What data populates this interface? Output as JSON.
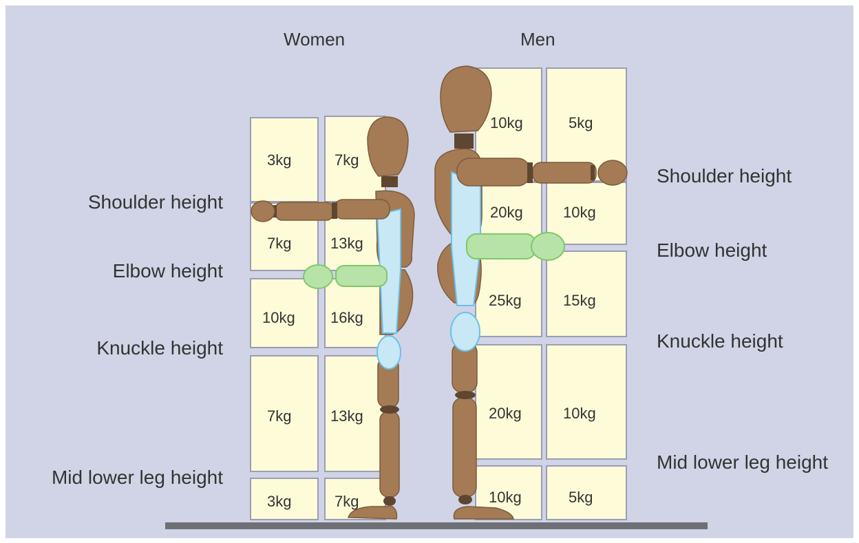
{
  "colors": {
    "background": "#d0d4e6",
    "box_fill": "#fdfbd8",
    "box_border": "#9a9db3",
    "body_wood": "#a47b55",
    "body_joint": "#5f4630",
    "highlight_blue": "#c8e8f6",
    "highlight_green": "#b8e3a8",
    "ground": "#6f7076"
  },
  "headers": {
    "women": "Women",
    "men": "Men"
  },
  "women_height_labels": {
    "shoulder": "Shoulder height",
    "elbow": "Elbow height",
    "knuckle": "Knuckle height",
    "mid_lower_leg": "Mid lower leg height"
  },
  "men_height_labels": {
    "shoulder": "Shoulder height",
    "elbow": "Elbow height",
    "knuckle": "Knuckle height",
    "mid_lower_leg": "Mid lower leg height"
  },
  "women_weights": {
    "above_shoulder": {
      "arm_extended": "3kg",
      "close_to_body": "7kg"
    },
    "shoulder_to_elbow": {
      "arm_extended": "7kg",
      "close_to_body": "13kg"
    },
    "elbow_to_knuckle": {
      "arm_extended": "10kg",
      "close_to_body": "16kg"
    },
    "knuckle_to_mid_leg": {
      "arm_extended": "7kg",
      "close_to_body": "13kg"
    },
    "below_mid_leg": {
      "arm_extended": "3kg",
      "close_to_body": "7kg"
    }
  },
  "men_weights": {
    "above_shoulder": {
      "close_to_body": "10kg",
      "arm_extended": "5kg"
    },
    "shoulder_to_elbow": {
      "close_to_body": "20kg",
      "arm_extended": "10kg"
    },
    "elbow_to_knuckle": {
      "close_to_body": "25kg",
      "arm_extended": "15kg"
    },
    "knuckle_to_mid_leg": {
      "close_to_body": "20kg",
      "arm_extended": "10kg"
    },
    "below_mid_leg": {
      "close_to_body": "10kg",
      "arm_extended": "5kg"
    }
  }
}
